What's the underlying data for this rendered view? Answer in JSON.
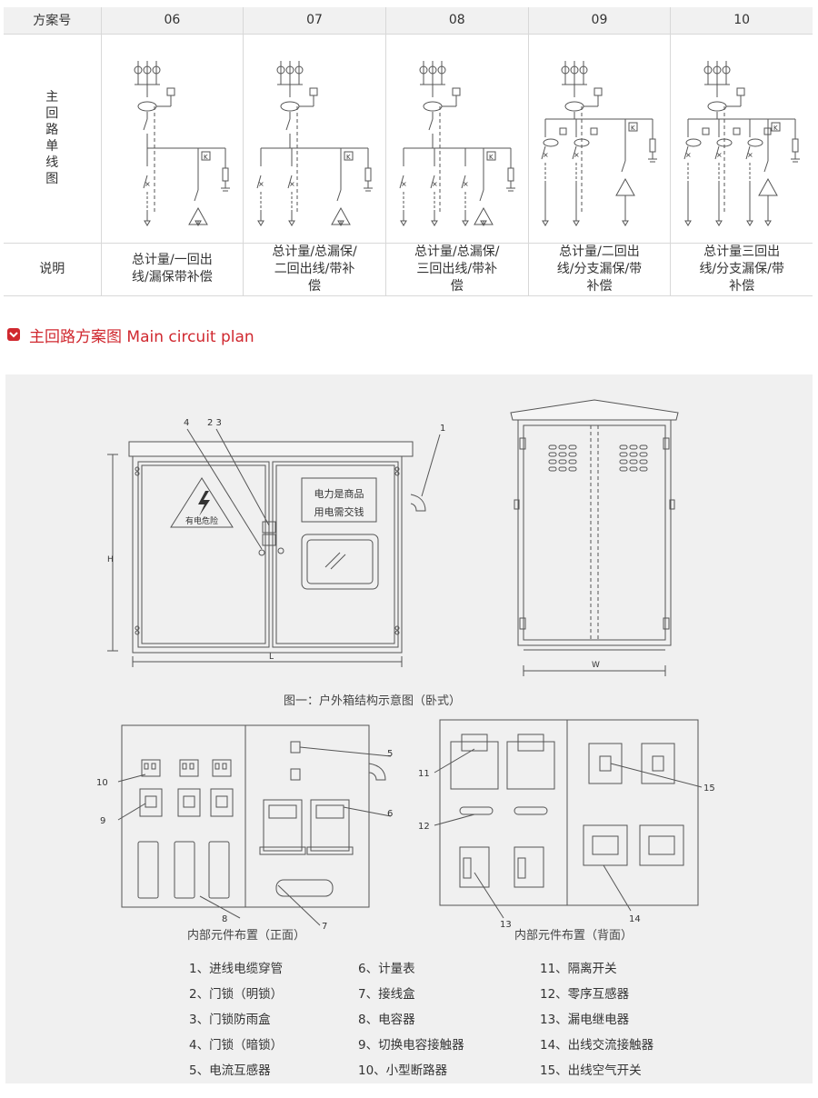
{
  "table": {
    "header_label": "方案号",
    "schemes": [
      {
        "id": "06",
        "desc": "总计量/一回出线/漏保带补偿",
        "outgoing": 1,
        "branch": false
      },
      {
        "id": "07",
        "desc": "总计量/总漏保/二回出线/带补偿",
        "outgoing": 2,
        "branch": false
      },
      {
        "id": "08",
        "desc": "总计量/总漏保/三回出线/带补偿",
        "outgoing": 3,
        "branch": false
      },
      {
        "id": "09",
        "desc": "总计量/二回出线/分支漏保/带补偿",
        "outgoing": 2,
        "branch": true
      },
      {
        "id": "10",
        "desc": "总计量三回出线/分支漏保/带补偿",
        "outgoing": 3,
        "branch": true
      }
    ],
    "diagram_label": "主回路单线图",
    "desc_label": "说明",
    "k_symbol": "K"
  },
  "section": {
    "title": "主回路方案图 Main circuit plan",
    "accent": "#d0282f"
  },
  "figure1": {
    "caption": "图一：户外箱结构示意图（卧式）",
    "warning_text": "有电危险",
    "notice_line1": "电力是商品",
    "notice_line2": "用电需交钱",
    "dim_h": "H",
    "dim_l": "L",
    "dim_w": "W",
    "callouts": [
      "4",
      "2 3",
      "1"
    ]
  },
  "figure2": {
    "front_caption": "内部元件布置（正面）",
    "back_caption": "内部元件布置（背面）",
    "front_callouts": [
      "10",
      "9",
      "8",
      "7",
      "6",
      "5"
    ],
    "back_callouts": [
      "11",
      "12",
      "13",
      "14",
      "15"
    ]
  },
  "legend": {
    "col1": [
      "1、进线电缆穿管",
      "2、门锁（明锁）",
      "3、门锁防雨盒",
      "4、门锁（暗锁）",
      "5、电流互感器"
    ],
    "col2": [
      "6、计量表",
      "7、接线盒",
      "8、电容器",
      "9、切换电容接触器",
      "10、小型断路器"
    ],
    "col3": [
      "11、隔离开关",
      "12、零序互感器",
      "13、漏电继电器",
      "14、出线交流接触器",
      "15、出线空气开关"
    ]
  }
}
